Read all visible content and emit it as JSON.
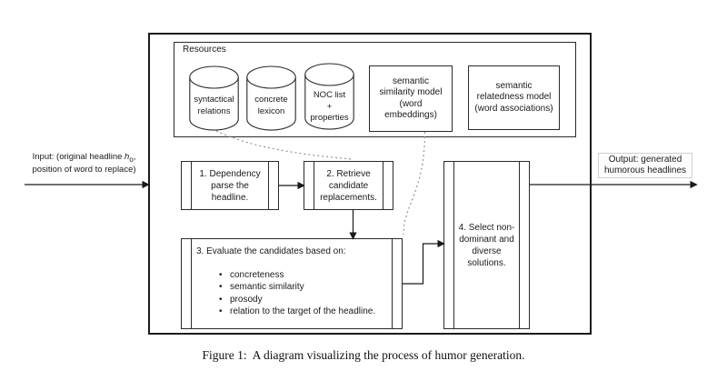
{
  "figure": {
    "caption": "Figure 1:  A diagram visualizing the process of humor generation."
  },
  "diagram": {
    "input": {
      "line1_prefix": "Input: (original headline ",
      "var": "h",
      "var_sub": "o",
      "line1_suffix": ",",
      "line2": "position of word to replace)"
    },
    "output": {
      "line1": "Output: generated",
      "line2": "humorous headlines"
    },
    "resources": {
      "title": "Resources",
      "cylinders": [
        {
          "line1": "syntactical",
          "line2": "relations",
          "line3": ""
        },
        {
          "line1": "concrete",
          "line2": "lexicon",
          "line3": ""
        },
        {
          "line1": "NOC list",
          "line2": "+",
          "line3": "properties"
        }
      ],
      "model_boxes": [
        {
          "line1": "semantic",
          "line2": "similarity model",
          "line3": "(word",
          "line4": "embeddings)"
        },
        {
          "line1": "semantic",
          "line2": "relatedness model",
          "line3": "(word associations)",
          "line4": ""
        }
      ]
    },
    "steps": {
      "step1": {
        "line1": "1. Dependency",
        "line2": "parse the",
        "line3": "headline."
      },
      "step2": {
        "line1": "2. Retrieve",
        "line2": "candidate",
        "line3": "replacements."
      },
      "step3": {
        "heading": "3. Evaluate the candidates based on:",
        "bullets": [
          "concreteness",
          "semantic similarity",
          "prosody",
          "relation to the target of the headline."
        ]
      },
      "step4": {
        "line1": "4. Select non-",
        "line2": "dominant and",
        "line3": "diverse",
        "line4": "solutions."
      }
    },
    "colors": {
      "line": "#1a1a1a",
      "dashed": "#8a8a8a"
    }
  }
}
